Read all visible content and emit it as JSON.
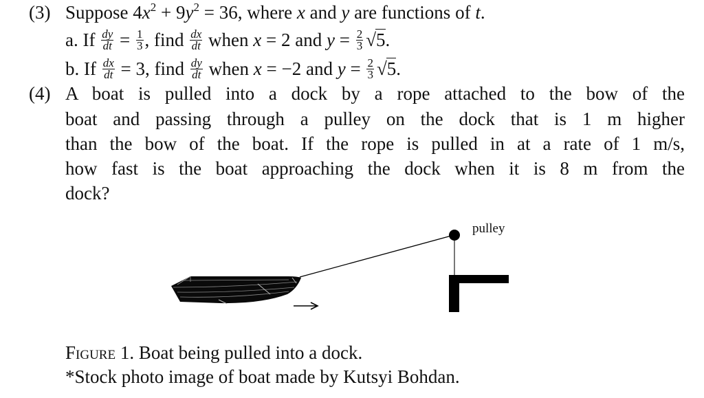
{
  "problem3": {
    "number": "(3)",
    "intro_prefix": "Suppose ",
    "equation": {
      "term1_coef": "4",
      "term1_var": "x",
      "term1_exp": "2",
      "plus": " + ",
      "term2_coef": "9",
      "term2_var": "y",
      "term2_exp": "2",
      "equals": " = 36",
      "full": "4x² + 9y² = 36"
    },
    "intro_suffix_1": ", where ",
    "var_x": "x",
    "and": " and ",
    "var_y": "y",
    "intro_suffix_2": " are functions of ",
    "var_t": "t",
    "period": ".",
    "part_a": {
      "label": "a.",
      "if": " If ",
      "given_frac": {
        "num": "dy",
        "den": "dt"
      },
      "given_eq": " = ",
      "given_val": {
        "num": "1",
        "den": "3"
      },
      "find": ", find ",
      "find_frac": {
        "num": "dx",
        "den": "dt"
      },
      "when": " when ",
      "x_var": "x",
      "x_eq": " = 2 and ",
      "y_var": "y",
      "y_eq": " = ",
      "y_coef": {
        "num": "2",
        "den": "3"
      },
      "y_root_symbol": "√",
      "y_root": "5",
      "end": "."
    },
    "part_b": {
      "label": "b.",
      "if": " If ",
      "given_frac": {
        "num": "dx",
        "den": "dt"
      },
      "given_eq": " = 3, find ",
      "find_frac": {
        "num": "dy",
        "den": "dt"
      },
      "when": " when ",
      "x_var": "x",
      "x_eq": " = −2 and ",
      "y_var": "y",
      "y_eq": " = ",
      "y_coef": {
        "num": "2",
        "den": "3"
      },
      "y_root_symbol": "√",
      "y_root": "5",
      "end": "."
    }
  },
  "problem4": {
    "number": "(4)",
    "lines": [
      "A boat is pulled into a dock by a rope attached to the bow of the",
      "boat and passing through a pulley on the dock that is 1 m higher",
      "than the bow of the boat. If the rope is pulled in at a rate of 1 m/s,",
      "how fast is the boat approaching the dock when it is 8 m from the",
      "dock?"
    ]
  },
  "figure": {
    "pulley_label": "pulley",
    "caption_label": "Figure",
    "caption_number": " 1.",
    "caption_text": " Boat being pulled into a dock.",
    "credit": "*Stock photo image of boat made by Kutsyi Bohdan.",
    "colors": {
      "ink": "#000000",
      "post": "#555555",
      "boat_stripe": "#8a8a8a"
    }
  }
}
